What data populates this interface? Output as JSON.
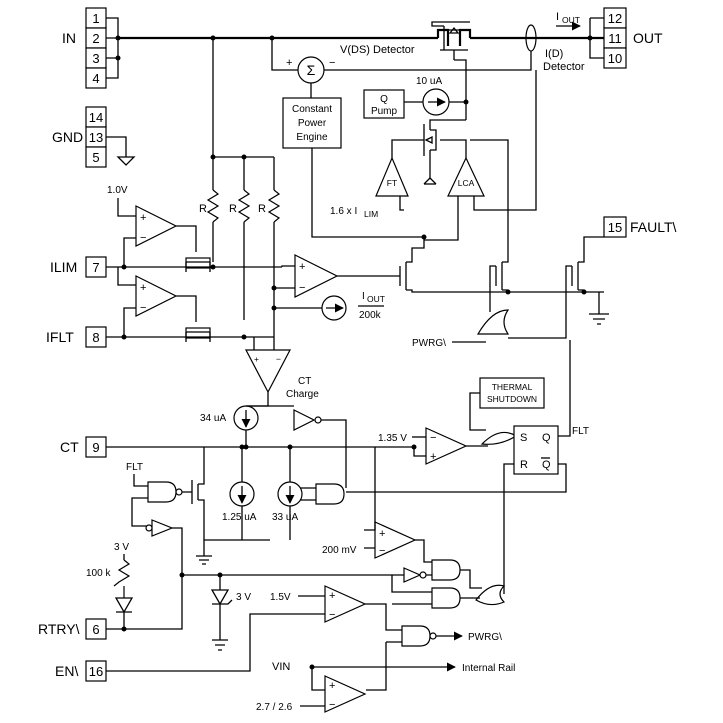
{
  "pins": {
    "in": {
      "name": "IN",
      "nums": [
        "1",
        "2",
        "3",
        "4"
      ]
    },
    "gnd": {
      "name": "GND",
      "nums": [
        "14",
        "13",
        "5"
      ]
    },
    "out": {
      "name": "OUT",
      "nums": [
        "12",
        "11",
        "10"
      ]
    },
    "fault": {
      "name": "FAULT\\",
      "num": "15"
    },
    "ilim": {
      "name": "ILIM",
      "num": "7"
    },
    "iflt": {
      "name": "IFLT",
      "num": "8"
    },
    "ct": {
      "name": "CT",
      "num": "9"
    },
    "rtry": {
      "name": "RTRY\\",
      "num": "6"
    },
    "en": {
      "name": "EN\\",
      "num": "16"
    }
  },
  "labels": {
    "iout_arrow": "I",
    "iout_arrow_sub": "OUT",
    "vds_detector": "V(DS) Detector",
    "id_detector_1": "I(D)",
    "id_detector_2": "Detector",
    "sum_symbol": "Σ",
    "sum_plus": "+",
    "sum_minus": "−",
    "src_10ua": "10 uA",
    "q_pump_1": "Q",
    "q_pump_2": "Pump",
    "cpe_1": "Constant",
    "cpe_2": "Power",
    "cpe_3": "Engine",
    "ft": "FT",
    "lca": "LCA",
    "ilim_factor": "1.6 x I",
    "ilim_factor_sub": "LIM",
    "v_1v0": "1.0V",
    "r_label": "R",
    "iout_div_num": "I",
    "iout_div_num_sub": "OUT",
    "iout_div_den": "200k",
    "pwrg_in": "PWRG\\",
    "ct_charge_1": "CT",
    "ct_charge_2": "Charge",
    "src_34ua": "34 uA",
    "thermal_1": "THERMAL",
    "thermal_2": "SHUTDOWN",
    "v_1v35": "1.35 V",
    "flt_out": "FLT",
    "ff_s": "S",
    "ff_r": "R",
    "ff_q": "Q",
    "ff_qbar": "Q",
    "flt_in": "FLT",
    "src_125ua": "1.25 uA",
    "src_33ua": "33 uA",
    "v_200mv": "200 mV",
    "v_3v": "3 V",
    "r_100k": "100 k",
    "zener_3v": "3 V",
    "v_1v5": "1.5V",
    "pwrg_out": "PWRG\\",
    "vin": "VIN",
    "internal_rail": "Internal Rail",
    "v_27_26": "2.7 / 2.6",
    "op_plus": "+",
    "op_minus": "−"
  }
}
